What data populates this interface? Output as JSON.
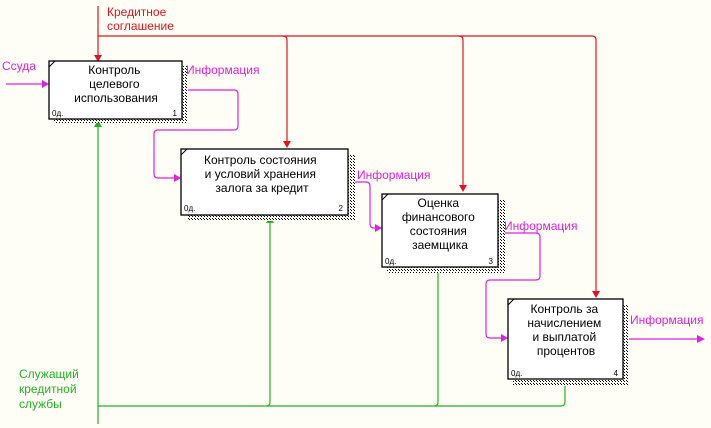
{
  "colors": {
    "background": "#fefef7",
    "control": "#e0141e",
    "info": "#e020e0",
    "mechanism": "#22b422",
    "box_border": "#000000",
    "box_fill": "#ffffff"
  },
  "control_label": [
    "Кредитное",
    "соглашение"
  ],
  "input_label": "Ссуда",
  "mechanism_label": [
    "Служащий",
    "кредитной",
    "службы"
  ],
  "boxes": [
    {
      "lines": [
        "Контроль",
        "целевого",
        "использования"
      ],
      "corner": "0д.",
      "number": "1"
    },
    {
      "lines": [
        "Контроль состояния",
        "и условий хранения",
        "залога за кредит"
      ],
      "corner": "0д.",
      "number": "2"
    },
    {
      "lines": [
        "Оценка",
        "финансового",
        "состояния",
        "заемщика"
      ],
      "corner": "0д.",
      "number": "3"
    },
    {
      "lines": [
        "Контроль за",
        "начислением",
        "и выплатой",
        "процентов"
      ],
      "corner": "0д.",
      "number": "4"
    }
  ],
  "arrow_labels": [
    "Информация",
    "Информация",
    "Информация",
    "Информация"
  ]
}
